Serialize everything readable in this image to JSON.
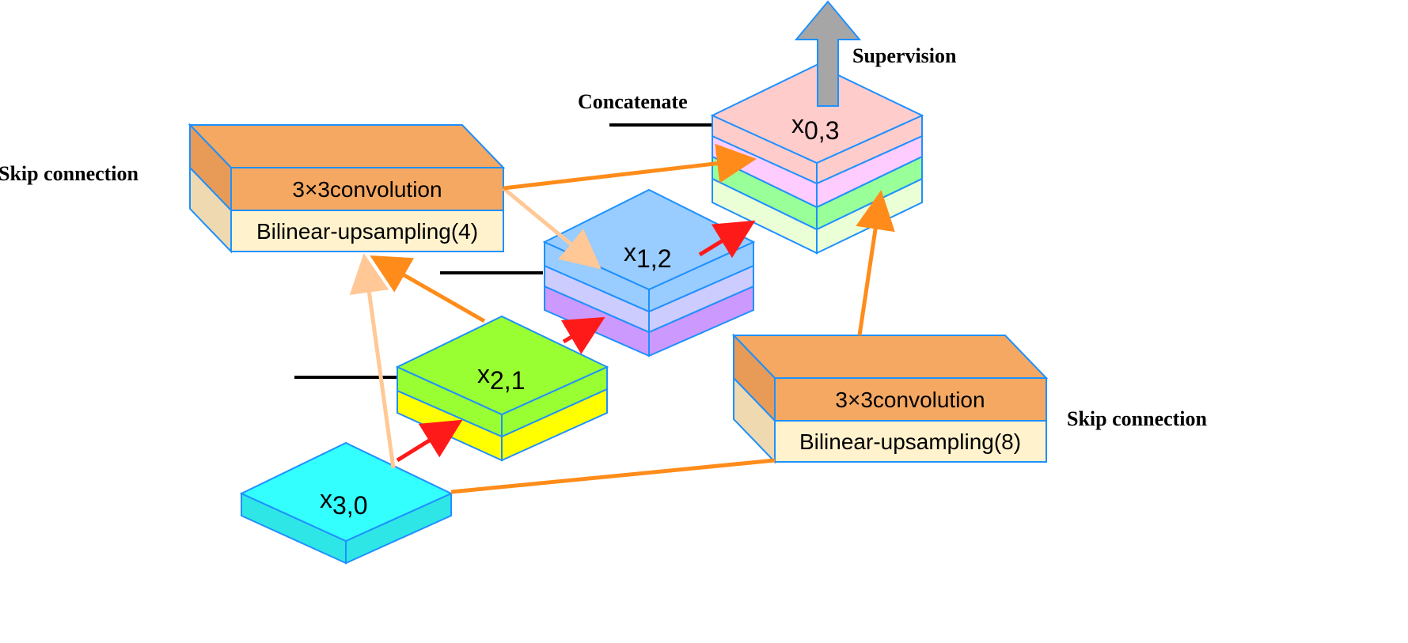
{
  "labels": {
    "supervision": "Supervision",
    "concatenate": "Concatenate",
    "skip_left": "Skip connection",
    "skip_right": "Skip connection"
  },
  "blocks": {
    "left": {
      "conv": "3×3convolution",
      "upsample": "Bilinear-upsampling(4)"
    },
    "right": {
      "conv": "3×3convolution",
      "upsample": "Bilinear-upsampling(8)"
    }
  },
  "nodes": {
    "x30": {
      "main": "x",
      "sub": "3,0"
    },
    "x21": {
      "main": "x",
      "sub": "2,1"
    },
    "x12": {
      "main": "x",
      "sub": "1,2"
    },
    "x03": {
      "main": "x",
      "sub": "0,3"
    }
  },
  "colors": {
    "outline": "#1e90ff",
    "orange_arrow": "#ff8c1a",
    "light_orange_arrow": "#ffc896",
    "red_arrow": "#ff1a1a",
    "gray_arrow": "#a6a6a6",
    "conv_fill": "#f4a862",
    "upsample_fill": "#fff2cc",
    "x30_top": "#33ffff",
    "x21_top": "#99ff33",
    "x21_layer2": "#ffff00",
    "x12_top": "#99ccff",
    "x12_layer2": "#ccccff",
    "x12_layer3": "#cc99ff",
    "x03_top": "#ffcccc",
    "x03_layer2": "#ffccff",
    "x03_layer3": "#99ff99",
    "x03_layer4": "#ebffd6"
  }
}
